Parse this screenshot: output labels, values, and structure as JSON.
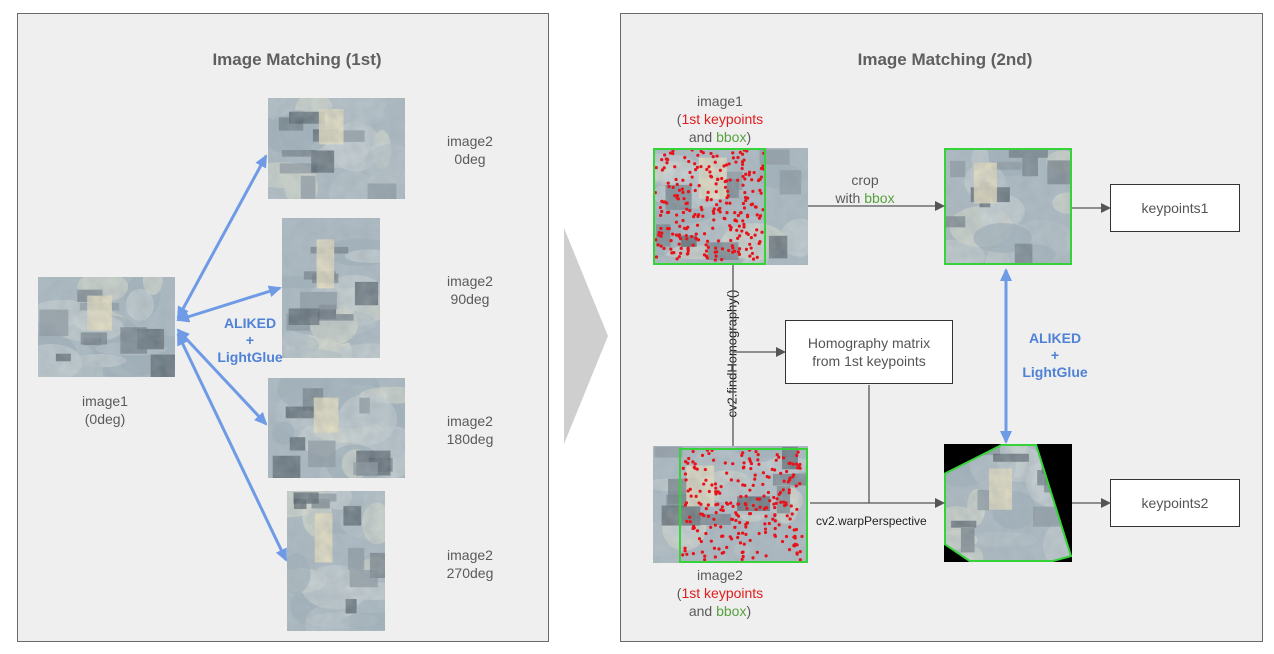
{
  "left_panel": {
    "title": "Image Matching (1st)",
    "image1_label": "image1",
    "image1_sub": "(0deg)",
    "method_line1": "ALIKED",
    "method_line2": "+",
    "method_line3": "LightGlue",
    "rotations": [
      {
        "name": "image2",
        "angle": "0deg"
      },
      {
        "name": "image2",
        "angle": "90deg"
      },
      {
        "name": "image2",
        "angle": "180deg"
      },
      {
        "name": "image2",
        "angle": "270deg"
      }
    ]
  },
  "right_panel": {
    "title": "Image Matching (2nd)",
    "image1_label": "image1",
    "image1_kp_prefix": "(",
    "image1_kp": "1st keypoints",
    "image1_and": "and ",
    "image1_bbox": "bbox",
    "image1_suffix": ")",
    "image2_label": "image2",
    "image2_kp_prefix": "(",
    "image2_kp": "1st keypoints",
    "image2_and": "and ",
    "image2_bbox": "bbox",
    "image2_suffix": ")",
    "crop_line1": "crop",
    "crop_with": "with ",
    "crop_bbox": "bbox",
    "homography_line1": "Homography matrix",
    "homography_line2": "from 1st keypoints",
    "find_homography": "cv2.findHomography()",
    "warp_perspective": "cv2.warpPerspective",
    "keypoints1": "keypoints1",
    "keypoints2": "keypoints2",
    "method_line1": "ALIKED",
    "method_line2": "+",
    "method_line3": "LightGlue"
  },
  "colors": {
    "arrow_blue": "#6f9ae6",
    "keypoint_red": "#e8131a",
    "bbox_green": "#35d23a",
    "chevron_gray": "#cfcfcf"
  }
}
